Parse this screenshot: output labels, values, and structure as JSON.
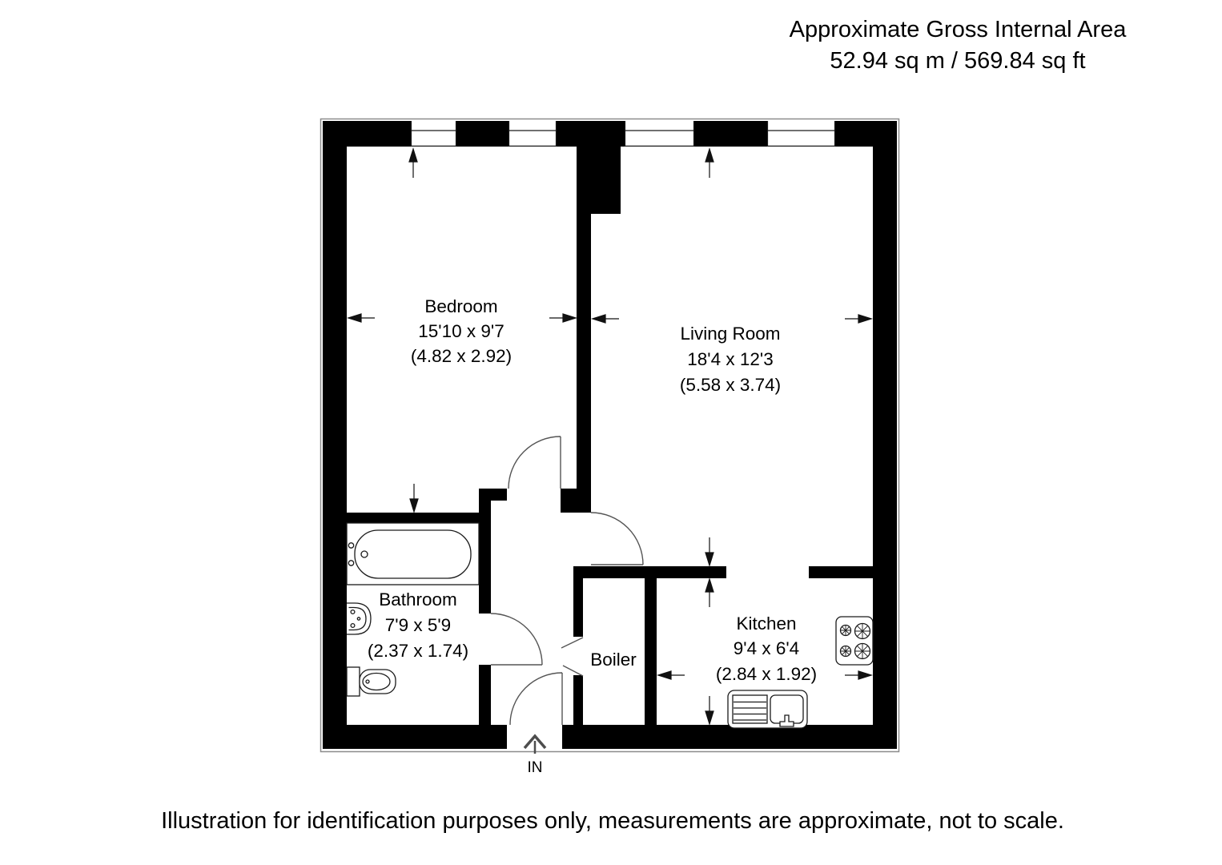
{
  "header": {
    "line1": "Approximate Gross Internal Area",
    "line2": "52.94 sq m / 569.84 sq ft"
  },
  "rooms": {
    "bedroom": {
      "name": "Bedroom",
      "imperial": "15'10 x 9'7",
      "metric": "(4.82 x 2.92)"
    },
    "living": {
      "name": "Living Room",
      "imperial": "18'4 x 12'3",
      "metric": "(5.58 x 3.74)"
    },
    "kitchen": {
      "name": "Kitchen",
      "imperial": "9'4 x 6'4",
      "metric": "(2.84 x 1.92)"
    },
    "bathroom": {
      "name": "Bathroom",
      "imperial": "7'9 x 5'9",
      "metric": "(2.37 x 1.74)"
    },
    "boiler": {
      "name": "Boiler"
    }
  },
  "entrance": {
    "label": "IN"
  },
  "footer": {
    "caption": "Illustration for identification purposes only, measurements are approximate, not to scale."
  },
  "plan": {
    "window_count": 4,
    "fixtures": [
      "bathtub-icon",
      "basin-icon",
      "toilet-icon",
      "hob-icon",
      "sink-icon"
    ],
    "doors": [
      "bedroom-door",
      "bathroom-door",
      "living-room-door",
      "boiler-door",
      "entrance-door"
    ]
  },
  "colors": {
    "wall": "#000000",
    "line": "#1a1a1a",
    "door_line": "#555555",
    "outline_gray": "#8c8c8c",
    "arrow_gray": "#4d4d4d",
    "background": "#ffffff"
  }
}
